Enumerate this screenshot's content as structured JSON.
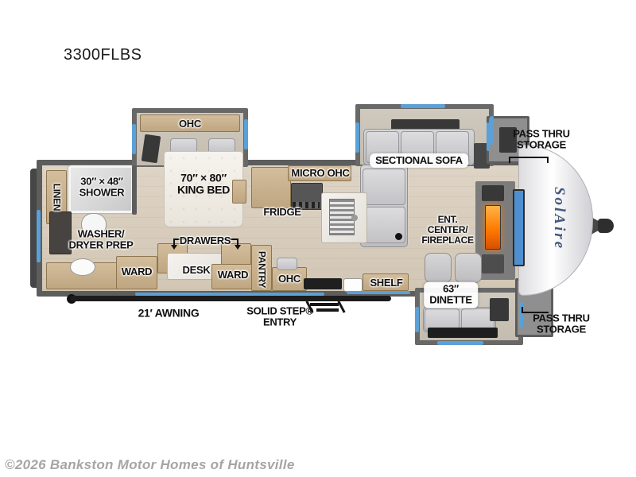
{
  "page": {
    "title": "3300FLBS",
    "watermark": "©2026 Bankston Motor Homes of Huntsville"
  },
  "floorplan": {
    "brand": "SolAire",
    "colors": {
      "wall": "#5d5d5d",
      "floor": "#d8cdbd",
      "cabinet": "#c9b391",
      "window": "#5ba0d6",
      "sofa": "#c9c9cc",
      "fireplace_glow": "#ff7a00",
      "tv_screen": "#4f8fd0",
      "label_text": "#101010",
      "watermark": "#a5a5a5",
      "brand_text": "#44597e"
    },
    "labels": {
      "bedroom_ohc": "OHC",
      "king_bed": [
        "70″ × 80″",
        "KING BED"
      ],
      "shower": [
        "30″ × 48″",
        "SHOWER"
      ],
      "linen": "LINEN",
      "washer_dryer": [
        "WASHER/",
        "DRYER PREP"
      ],
      "drawers": "DRAWERS",
      "ward_left": "WARD",
      "desk": "DESK",
      "ward_right": "WARD",
      "pantry": "PANTRY",
      "kitchen_ohc": "OHC",
      "fridge": "FRIDGE",
      "micro_ohc": "MICRO OHC",
      "shelf": "SHELF",
      "sectional_sofa": "SECTIONAL SOFA",
      "ent_center": [
        "ENT.",
        "CENTER/",
        "FIREPLACE"
      ],
      "dinette": [
        "63″",
        "DINETTE"
      ],
      "pass_thru_storage_top": [
        "PASS THRU",
        "STORAGE"
      ],
      "pass_thru_storage_bottom": [
        "PASS THRU",
        "STORAGE"
      ],
      "awning": "21′ AWNING",
      "solid_step_entry": [
        "SOLID STEP®",
        "ENTRY"
      ]
    }
  }
}
